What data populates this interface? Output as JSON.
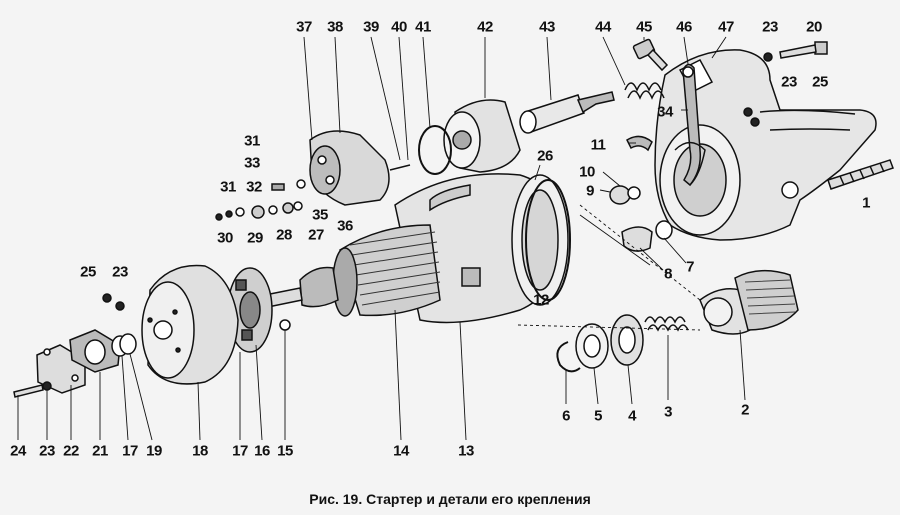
{
  "figure": {
    "caption": "Рис. 19. Стартер и детали его крепления"
  },
  "callouts": [
    {
      "id": "c37a",
      "text": "37"
    },
    {
      "id": "c38",
      "text": "38"
    },
    {
      "id": "c39",
      "text": "39"
    },
    {
      "id": "c40",
      "text": "40"
    },
    {
      "id": "c41",
      "text": "41"
    },
    {
      "id": "c42",
      "text": "42"
    },
    {
      "id": "c43",
      "text": "43"
    },
    {
      "id": "c44",
      "text": "44"
    },
    {
      "id": "c45",
      "text": "45"
    },
    {
      "id": "c46",
      "text": "46"
    },
    {
      "id": "c47",
      "text": "47"
    },
    {
      "id": "c23a",
      "text": "23"
    },
    {
      "id": "c20",
      "text": "20"
    },
    {
      "id": "c23b",
      "text": "23"
    },
    {
      "id": "c25a",
      "text": "25"
    },
    {
      "id": "c34",
      "text": "34"
    },
    {
      "id": "c31a",
      "text": "31"
    },
    {
      "id": "c33",
      "text": "33"
    },
    {
      "id": "c31b",
      "text": "31"
    },
    {
      "id": "c32",
      "text": "32"
    },
    {
      "id": "c30",
      "text": "30"
    },
    {
      "id": "c29",
      "text": "29"
    },
    {
      "id": "c28",
      "text": "28"
    },
    {
      "id": "c27",
      "text": "27"
    },
    {
      "id": "c35",
      "text": "35"
    },
    {
      "id": "c36",
      "text": "36"
    },
    {
      "id": "c26",
      "text": "26"
    },
    {
      "id": "c11",
      "text": "11"
    },
    {
      "id": "c10",
      "text": "10"
    },
    {
      "id": "c9",
      "text": "9"
    },
    {
      "id": "c1",
      "text": "1"
    },
    {
      "id": "c8",
      "text": "8"
    },
    {
      "id": "c7",
      "text": "7"
    },
    {
      "id": "c25b",
      "text": "25"
    },
    {
      "id": "c23c",
      "text": "23"
    },
    {
      "id": "c12",
      "text": "12"
    },
    {
      "id": "c2",
      "text": "2"
    },
    {
      "id": "c3",
      "text": "3"
    },
    {
      "id": "c4",
      "text": "4"
    },
    {
      "id": "c5",
      "text": "5"
    },
    {
      "id": "c6",
      "text": "6"
    },
    {
      "id": "c24",
      "text": "24"
    },
    {
      "id": "c23d",
      "text": "23"
    },
    {
      "id": "c22",
      "text": "22"
    },
    {
      "id": "c21",
      "text": "21"
    },
    {
      "id": "c17a",
      "text": "17"
    },
    {
      "id": "c19",
      "text": "19"
    },
    {
      "id": "c18",
      "text": "18"
    },
    {
      "id": "c17b",
      "text": "17"
    },
    {
      "id": "c16",
      "text": "16"
    },
    {
      "id": "c15",
      "text": "15"
    },
    {
      "id": "c14",
      "text": "14"
    },
    {
      "id": "c13",
      "text": "13"
    }
  ]
}
